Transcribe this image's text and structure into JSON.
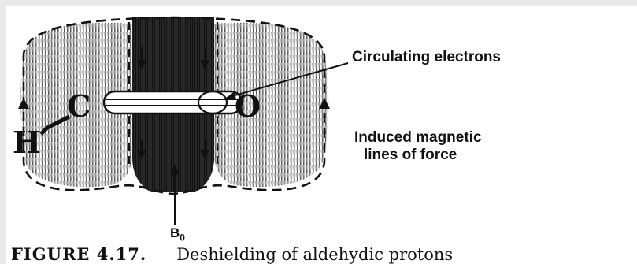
{
  "diagram": {
    "labels": {
      "circulating": "Circulating electrons",
      "induced_line1": "Induced magnetic",
      "induced_line2": "lines of force",
      "b0_main": "B",
      "b0_sub": "0"
    },
    "atoms": {
      "carbon": "C",
      "oxygen": "O",
      "hydrogen": "H"
    }
  },
  "caption": {
    "figure": "FIGURE 4.17.",
    "text": "Deshielding of aldehydic protons"
  },
  "colors": {
    "ink": "#111111",
    "shading": "#2a2a2a",
    "border": "#e9e9e9"
  }
}
